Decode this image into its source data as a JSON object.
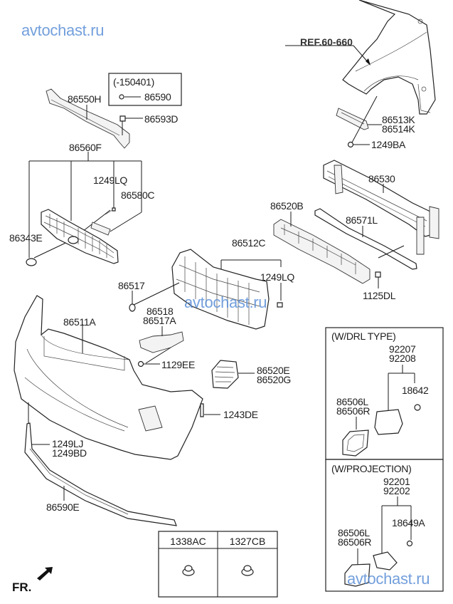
{
  "watermarks": {
    "top_left": "avtochast.ru",
    "center": "avtochast.ru",
    "bottom_right": "avtochast.ru"
  },
  "reference": {
    "label": "REF.60-660",
    "part": "fender"
  },
  "labels": {
    "p86550H": "86550H",
    "p86590": "86590",
    "p86593D": "86593D",
    "p86560F": "86560F",
    "p1249LQ_a": "1249LQ",
    "p86580C": "86580C",
    "p86343E": "86343E",
    "p86513K": "86513K",
    "p86514K": "86514K",
    "p1249BA": "1249BA",
    "p86530": "86530",
    "p86520B": "86520B",
    "p86571L": "86571L",
    "p86512C": "86512C",
    "p1249LQ_b": "1249LQ",
    "p1125DL": "1125DL",
    "p86517": "86517",
    "p86518": "86518",
    "p86517A": "86517A",
    "p86511A": "86511A",
    "p1129EE": "1129EE",
    "p86520E": "86520E",
    "p86520G": "86520G",
    "p1243DE": "1243DE",
    "p1249LJ": "1249LJ",
    "p1249BD": "1249BD",
    "p86590E": "86590E"
  },
  "inset_150401": {
    "title": "(-150401)",
    "part": "86590"
  },
  "drl_box": {
    "title": "(W/DRL TYPE)",
    "lamp_parts": [
      "92207",
      "92208"
    ],
    "bulb_part": "18642",
    "cover_parts": [
      "86506L",
      "86506R"
    ]
  },
  "projection_box": {
    "title": "(W/PROJECTION)",
    "lamp_parts": [
      "92201",
      "92202"
    ],
    "bulb_part": "18649A",
    "cover_parts": [
      "86506L",
      "86506R"
    ]
  },
  "nut_table": {
    "columns": [
      "1338AC",
      "1327CB"
    ],
    "icons": [
      "flange-nut-icon",
      "flange-nut-icon"
    ]
  },
  "direction": {
    "label": "FR.",
    "icon": "front-direction-arrow-icon"
  }
}
